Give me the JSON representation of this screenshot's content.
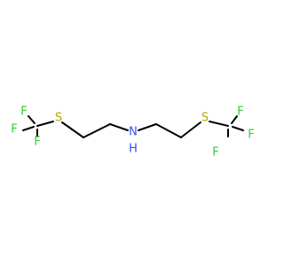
{
  "molecule": {
    "atoms": {
      "f1": {
        "symbol": "F",
        "color": "#33cc33"
      },
      "f2": {
        "symbol": "F",
        "color": "#33cc33"
      },
      "f3": {
        "symbol": "F",
        "color": "#33cc33"
      },
      "s_left": {
        "symbol": "S",
        "color": "#b2a800"
      },
      "n": {
        "symbol": "N",
        "color": "#3050f8"
      },
      "h": {
        "symbol": "H",
        "color": "#3050f8"
      },
      "s_right": {
        "symbol": "S",
        "color": "#b2a800"
      },
      "f4": {
        "symbol": "F",
        "color": "#33cc33"
      },
      "f5": {
        "symbol": "F",
        "color": "#33cc33"
      },
      "f6": {
        "symbol": "F",
        "color": "#33cc33"
      }
    },
    "bond_color": "#000000"
  }
}
